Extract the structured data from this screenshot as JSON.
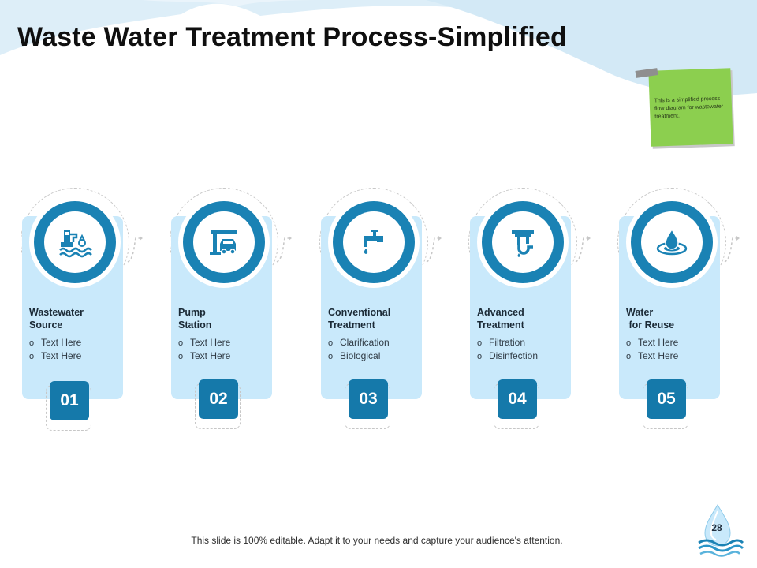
{
  "slide": {
    "title": "Waste Water Treatment Process-Simplified",
    "note": "This is a simplified process flow diagram for wastewater treatment.",
    "footer": "This slide is 100% editable. Adapt it to your needs and capture your audience's attention.",
    "page_number": "28"
  },
  "colors": {
    "accent": "#1a82b4",
    "panel": "#c9e9fb",
    "number_box": "#1579aa",
    "note": "#8ccf4f"
  },
  "steps": [
    {
      "number": "01",
      "title": "Wastewater\nSource",
      "icon": "factory-water-icon",
      "bullets": [
        "Text Here",
        "Text Here"
      ]
    },
    {
      "number": "02",
      "title": "Pump\nStation",
      "icon": "pump-station-icon",
      "bullets": [
        "Text Here",
        "Text Here"
      ]
    },
    {
      "number": "03",
      "title": "Conventional\nTreatment",
      "icon": "faucet-icon",
      "bullets": [
        "Clarification",
        "Biological"
      ]
    },
    {
      "number": "04",
      "title": "Advanced\nTreatment",
      "icon": "pipe-filter-icon",
      "bullets": [
        "Filtration",
        "Disinfection"
      ]
    },
    {
      "number": "05",
      "title": "Water\n for Reuse",
      "icon": "water-drop-icon",
      "bullets": [
        "Text Here",
        "Text Here"
      ]
    }
  ]
}
